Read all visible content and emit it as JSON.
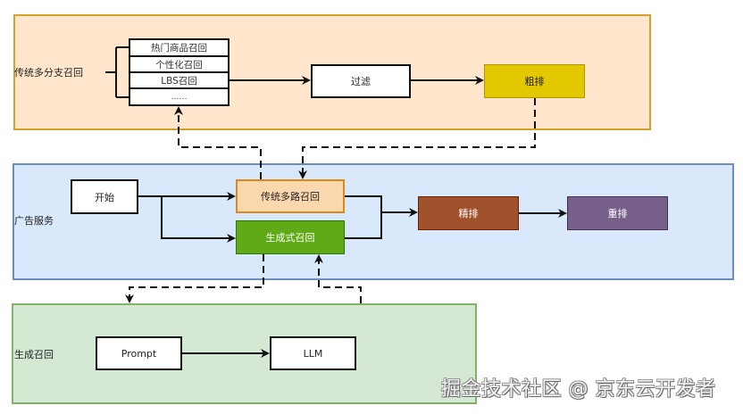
{
  "regions": {
    "traditional_recall": {
      "label": "传统多分支召回",
      "fill": "#ffe6cc",
      "stroke": "#d6a12a"
    },
    "ad_service": {
      "label": "广告服务",
      "fill": "#dae8fc",
      "stroke": "#6c8ebf"
    },
    "generative_recall": {
      "label": "生成召回",
      "fill": "#d5e8d4",
      "stroke": "#82b366"
    }
  },
  "recall_branches": [
    "热门商品召回",
    "个性化召回",
    "LBS召回",
    "……"
  ],
  "nodes": {
    "filter": {
      "label": "过滤",
      "fill": "#ffffff"
    },
    "coarse_rank": {
      "label": "粗排",
      "fill": "#e3c800",
      "stroke": "#b09500"
    },
    "start": {
      "label": "开始",
      "fill": "#ffffff"
    },
    "multi_recall": {
      "label": "传统多路召回",
      "fill": "#fad7ac",
      "stroke": "#d88a1f"
    },
    "gen_recall": {
      "label": "生成式召回",
      "fill": "#60a917",
      "stroke": "#2d7600",
      "text_color": "#ffffff"
    },
    "fine_rank": {
      "label": "精排",
      "fill": "#a0522d",
      "stroke": "#6d1f00",
      "text_color": "#ffffff"
    },
    "rerank": {
      "label": "重排",
      "fill": "#76608a",
      "stroke": "#432d57",
      "text_color": "#ffffff"
    },
    "prompt": {
      "label": "Prompt",
      "fill": "#ffffff"
    },
    "llm": {
      "label": "LLM",
      "fill": "#ffffff"
    }
  },
  "edges": [
    {
      "from": "recall_branches",
      "to": "filter",
      "style": "solid"
    },
    {
      "from": "filter",
      "to": "coarse_rank",
      "style": "solid"
    },
    {
      "from": "start",
      "to": "multi_recall",
      "style": "solid"
    },
    {
      "from": "start",
      "to": "gen_recall",
      "style": "solid"
    },
    {
      "from": "multi_recall",
      "to": "fine_rank",
      "style": "solid"
    },
    {
      "from": "gen_recall",
      "to": "fine_rank",
      "style": "solid"
    },
    {
      "from": "fine_rank",
      "to": "rerank",
      "style": "solid"
    },
    {
      "from": "multi_recall",
      "to": "recall_branches",
      "style": "dashed"
    },
    {
      "from": "coarse_rank",
      "to": "multi_recall",
      "style": "dashed"
    },
    {
      "from": "gen_recall",
      "to": "generative_recall",
      "style": "dashed"
    },
    {
      "from": "generative_recall",
      "to": "gen_recall",
      "style": "dashed"
    },
    {
      "from": "prompt",
      "to": "llm",
      "style": "solid"
    }
  ],
  "watermark": "掘金技术社区 @ 京东云开发者"
}
